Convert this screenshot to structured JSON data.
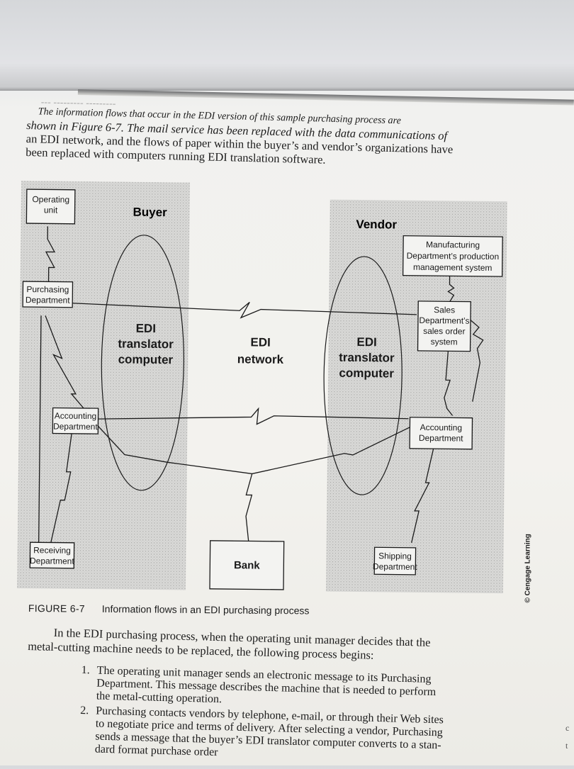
{
  "intro": {
    "prev_caption": "--- --------- ---------",
    "lines": [
      "The information flows that occur in the EDI version of this sample purchasing process are",
      "shown in Figure 6-7. The mail service has been replaced with the data communications of",
      "an EDI network, and the flows of paper within the buyer’s and vendor’s organizations have",
      "been replaced with computers running EDI translation software."
    ]
  },
  "figure": {
    "buyer_label": "Buyer",
    "vendor_label": "Vendor",
    "boxes": {
      "operating_unit": [
        "Operating",
        "unit"
      ],
      "purchasing": [
        "Purchasing",
        "Department"
      ],
      "accounting_buyer": [
        "Accounting",
        "Department"
      ],
      "receiving": [
        "Receiving",
        "Department"
      ],
      "bank": [
        "Bank"
      ],
      "manufacturing": [
        "Manufacturing",
        "Department’s production",
        "management system"
      ],
      "sales": [
        "Sales",
        "Department’s",
        "sales order",
        "system"
      ],
      "accounting_vendor": [
        "Accounting",
        "Department"
      ],
      "shipping": [
        "Shipping",
        "Department"
      ]
    },
    "buyer_translator": [
      "EDI",
      "translator",
      "computer"
    ],
    "network": [
      "EDI",
      "network"
    ],
    "vendor_translator": [
      "EDI",
      "translator",
      "computer"
    ]
  },
  "caption": {
    "label": "FIGURE 6-7",
    "text": "Information flows in an EDI purchasing process"
  },
  "credit": "© Cengage Learning",
  "body": {
    "lines": [
      "In the EDI purchasing process, when the operating unit manager decides that the",
      "metal-cutting machine needs to be replaced, the following process begins:"
    ]
  },
  "steps": [
    {
      "num": "1.",
      "lines": [
        "The operating unit manager sends an electronic message to its Purchasing",
        "Department. This message describes the machine that is needed to perform",
        "the metal-cutting operation."
      ]
    },
    {
      "num": "2.",
      "lines": [
        "Purchasing contacts vendors by telephone, e-mail, or through their Web sites",
        "to negotiate price and terms of delivery. After selecting a vendor, Purchasing",
        "sends a message that the buyer’s EDI translator computer converts to a stan-",
        "dard format purchase order"
      ]
    }
  ],
  "margin_marks": [
    "c",
    "t"
  ]
}
